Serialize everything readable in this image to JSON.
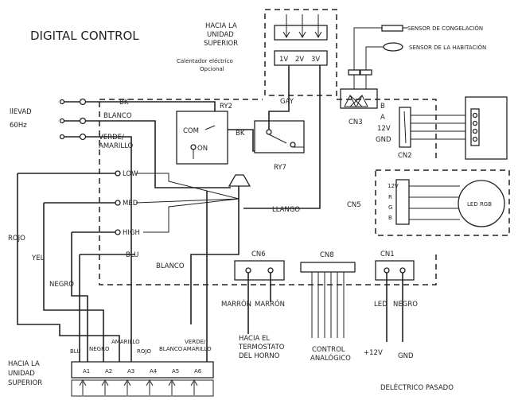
{
  "title": "DIGITAL CONTROL",
  "labels": {
    "hacia_la_unidad_top_1": "HACIA LA",
    "hacia_la_unidad_top_2": "UNIDAD",
    "hacia_la_unidad_top_3": "SUPERIOR",
    "calentador_1": "Calentador eléctrico",
    "calentador_2": "Opcional",
    "sensor_congelacion": "SENSOR DE CONGELACIÓN",
    "sensor_habitacion": "SENSOR DE LA HABITACIÓN",
    "llevado": "llEVAD",
    "freq": "60Hz",
    "bk": "BK",
    "blanco": "BLANCO",
    "verde": "VERDE/",
    "amarillo": "AMARILLO",
    "ry2": "RY2",
    "com": "COM",
    "on": "ON",
    "bk2": "BK",
    "ry7": "RY7",
    "gay": "GAY",
    "v1": "1V",
    "v2": "2V",
    "v3": "3V",
    "cn3": "CN3",
    "cn2": "CN2",
    "b": "B",
    "a": "A",
    "v12": "12V",
    "gnd": "GND",
    "low": "LOW",
    "med": "MED",
    "high": "HIGH",
    "blanco_llango": "LLANGO",
    "cn5": "CN5",
    "r12v": "12V",
    "r": "R",
    "g": "G",
    "bb": "B",
    "led_rgb": "LED RGB",
    "rojo": "ROJO",
    "yel": "YEL",
    "blu": "BLU",
    "negro": "NEGRO",
    "blanco2": "BLANCO",
    "cn6": "CN6",
    "cn8": "CN8",
    "cn1": "CN1",
    "marron1": "MARRÓN",
    "marron2": "MARRÓN",
    "led": "LED",
    "negro2": "NEGRO",
    "hacia_horno_1": "HACIA EL",
    "hacia_horno_2": "TERMOSTATO",
    "hacia_horno_3": "DEL HORNO",
    "control_1": "CONTROL",
    "control_2": "ANALÓGICO",
    "p12v": "+12V",
    "gnd2": "GND",
    "bottom_hacia_1": "HACIA LA",
    "bottom_hacia_2": "UNIDAD",
    "bottom_hacia_3": "SUPERIOR",
    "electrico_pasado": "DELÉCTRICO PASADO",
    "term_labels": [
      "BLU",
      "NEGRO",
      "AMARILLO",
      "ROJO",
      "BLANCO",
      "VERDE/",
      "AMARILLO"
    ],
    "terminals": [
      "A1",
      "A2",
      "A3",
      "A4",
      "A5",
      "A6"
    ],
    "side_box": [
      "B",
      "A",
      "12V",
      "GND"
    ]
  }
}
